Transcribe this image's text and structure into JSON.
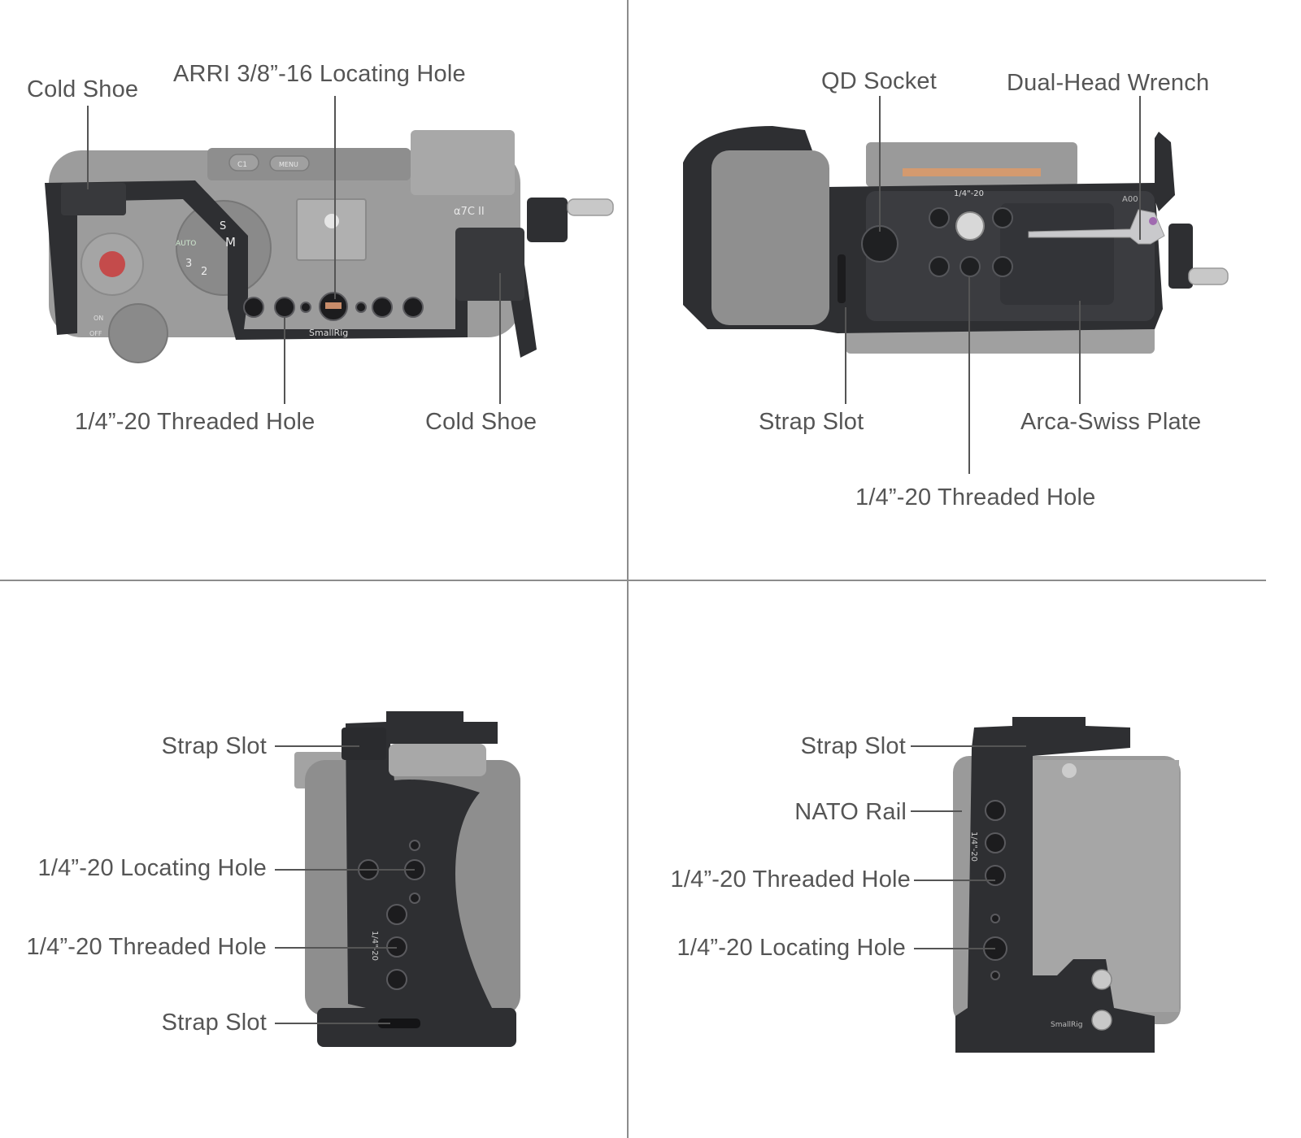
{
  "panels": {
    "top_left": {
      "labels": {
        "cold_shoe_left": "Cold Shoe",
        "arri_locating_hole": "ARRI 3/8”-16 Locating Hole",
        "threaded_hole": "1/4”-20 Threaded Hole",
        "cold_shoe_right": "Cold Shoe"
      },
      "camera_markings": {
        "model": "α7C II",
        "menu_button": "MENU",
        "c1_button": "C1",
        "mode_auto": "AUTO",
        "mode_m": "M",
        "mode_s": "S",
        "mode_3": "3",
        "mode_2": "2",
        "power_on": "ON",
        "power_off": "OFF",
        "brand": "SmallRig"
      }
    },
    "top_right": {
      "labels": {
        "qd_socket": "QD Socket",
        "dual_head_wrench": "Dual-Head Wrench",
        "strap_slot": "Strap Slot",
        "arca_swiss_plate": "Arca-Swiss Plate",
        "threaded_hole": "1/4”-20 Threaded Hole"
      },
      "plate_markings": {
        "thread_mark": "1/4\"-20",
        "wrench_size": "A00"
      }
    },
    "bottom_left": {
      "labels": {
        "strap_slot_top": "Strap Slot",
        "locating_hole": "1/4”-20 Locating Hole",
        "threaded_hole": "1/4”-20 Threaded Hole",
        "strap_slot_bottom": "Strap Slot"
      },
      "cage_markings": {
        "thread_mark": "1/4\"-20"
      }
    },
    "bottom_right": {
      "labels": {
        "strap_slot": "Strap Slot",
        "nato_rail": "NATO Rail",
        "threaded_hole": "1/4”-20 Threaded Hole",
        "locating_hole": "1/4”-20 Locating Hole"
      },
      "cage_markings": {
        "thread_mark": "1/4\"-20",
        "brand": "SmallRig"
      }
    }
  },
  "colors": {
    "label_text": "#555555",
    "leader_line": "#555555",
    "divider": "#8c8c8c",
    "cage_metal": "#2e2f32",
    "camera_body": "#9a9a9a"
  }
}
